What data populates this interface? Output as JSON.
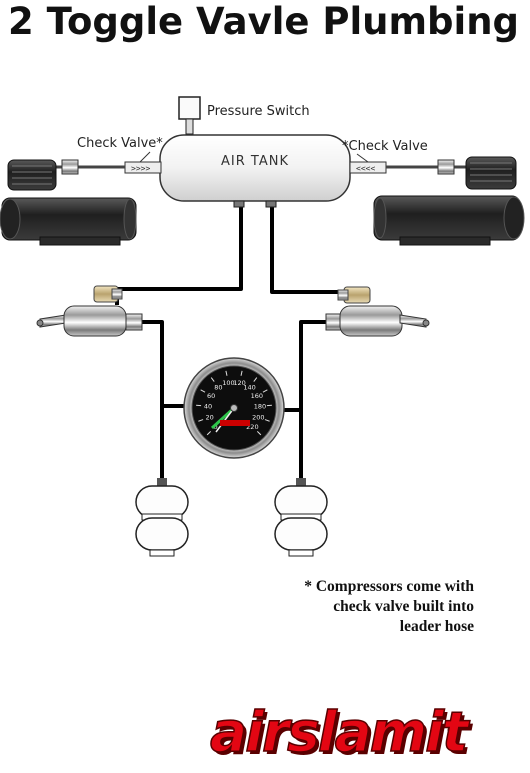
{
  "title": "2 Toggle Vavle Plumbing",
  "labels": {
    "pressure_switch": "Pressure Switch",
    "check_valve_left": "Check Valve*",
    "check_valve_right": "*Check Valve",
    "air_tank": "AIR TANK",
    "chevrons_left": ">>>>",
    "chevrons_right": "<<<<"
  },
  "gauge": {
    "ticks": [
      "0",
      "20",
      "40",
      "60",
      "80",
      "100",
      "120",
      "140",
      "160",
      "180",
      "200",
      "220"
    ]
  },
  "footnote": [
    "* Compressors come with",
    "check valve built into",
    "leader hose"
  ],
  "logo": "airslamit",
  "colors": {
    "hose": "#000000",
    "brand_red": "#e30613",
    "compressor_dark": "#2a2a2a"
  }
}
